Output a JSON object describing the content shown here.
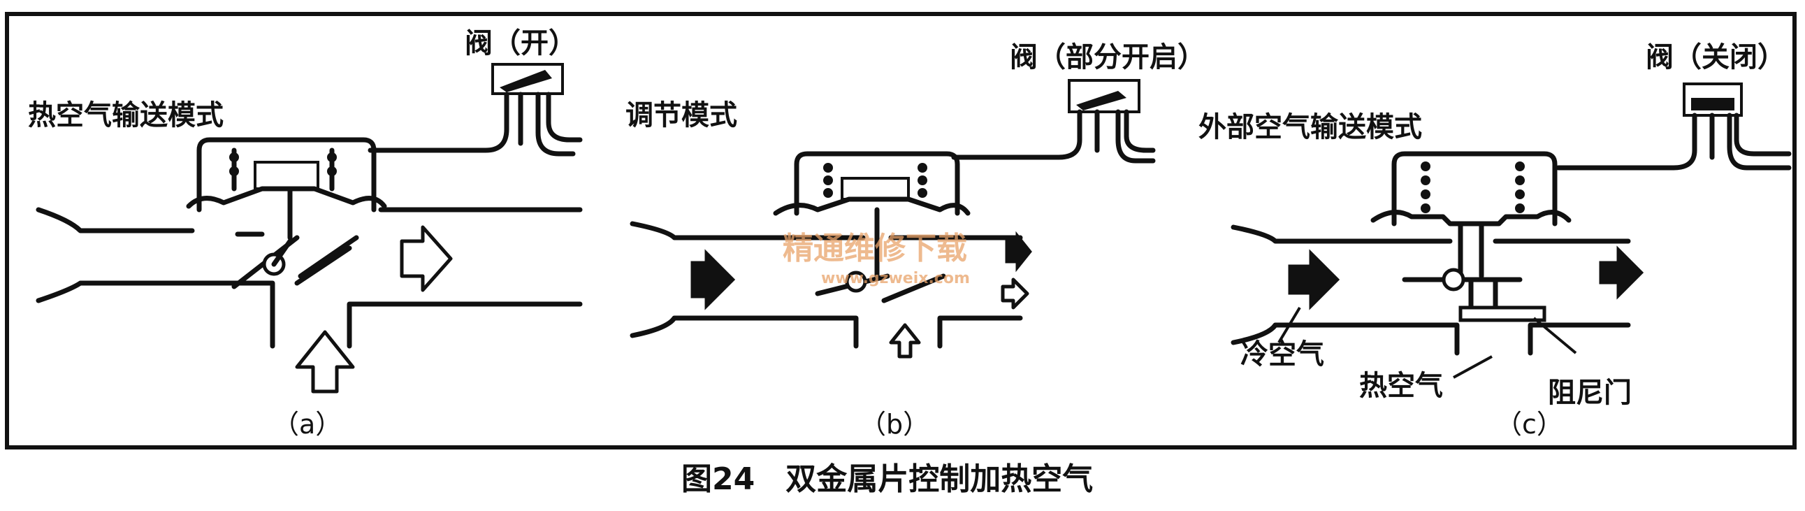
{
  "caption": "图24　双金属片控制加热空气",
  "watermark": {
    "text": "精通维修下载",
    "url": "www.gzweix.com"
  },
  "panels": [
    {
      "sub_label": "（a）",
      "mode_label": "热空气输送模式",
      "valve_label": "阀（开）"
    },
    {
      "sub_label": "（b）",
      "mode_label": "调节模式",
      "valve_label": "阀（部分开启）"
    },
    {
      "sub_label": "（c）",
      "mode_label": "外部空气输送模式",
      "valve_label": "阀（关闭）",
      "callouts": {
        "cold_air": "冷空气",
        "hot_air": "热空气",
        "damper": "阻尼门"
      }
    }
  ],
  "colors": {
    "line": "#111111",
    "watermark": "#e9a36a",
    "background": "#ffffff"
  }
}
